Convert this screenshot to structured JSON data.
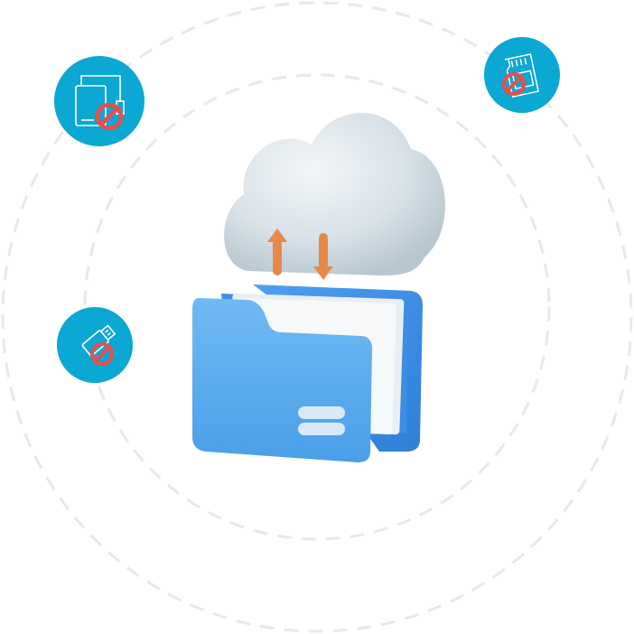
{
  "illustration": {
    "theme": "cloud-folder-sync",
    "colors": {
      "ring": "#e8e8e8",
      "badge": "#0aa8d2",
      "forbidden": "#ee4b4b",
      "folder": "#5aaef0",
      "folder_dark": "#3b8ee0",
      "cloud": "#dfe7ec",
      "arrow": "#e8894a"
    },
    "badges": [
      {
        "icon": "external-drive-icon",
        "status": "blocked"
      },
      {
        "icon": "sd-card-icon",
        "status": "blocked"
      },
      {
        "icon": "usb-drive-icon",
        "status": "blocked"
      }
    ]
  }
}
